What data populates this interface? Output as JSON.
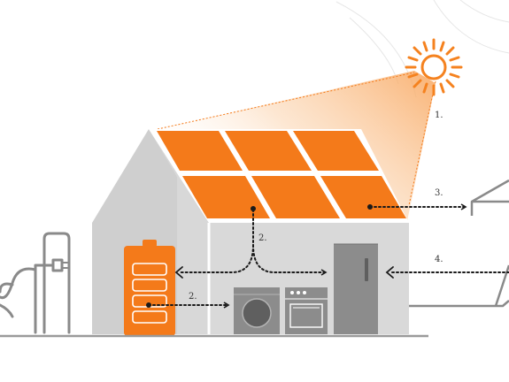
{
  "labels": {
    "step1": "1.",
    "step2_top": "2.",
    "step2_battery": "2.",
    "step3": "3.",
    "step4": "4."
  },
  "colors": {
    "solar_orange": "#f47a1a",
    "sun_orange": "#f5821f",
    "house_wall": "#d9d9d9",
    "house_roof_side": "#c8c8c8",
    "appliance_gray": "#8c8c8c",
    "line_gray": "#8a8a8a",
    "arrow_dark": "#1a1a1a"
  },
  "icons": [
    "sun-icon",
    "solar-panel-grid",
    "battery-icon",
    "washing-machine-icon",
    "oven-icon",
    "refrigerator-icon",
    "power-plug-icon",
    "carport-icon",
    "grid-connection-icon"
  ]
}
